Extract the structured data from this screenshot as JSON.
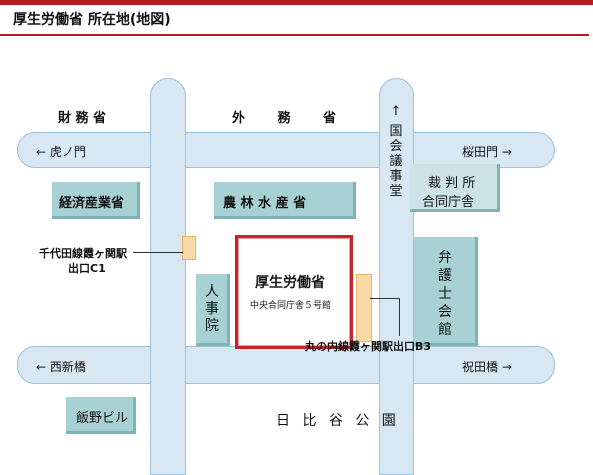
{
  "header": {
    "title": "厚生労働省 所在地(地図)"
  },
  "map": {
    "labels": {
      "zaimusho": "財 務 省",
      "gaimusho": "外 務 省",
      "kokkai": "国会議事堂",
      "kokkai_arrow": "↑",
      "toranomon": "← 虎ノ門",
      "sakuradamon": "桜田門 →",
      "nishishinbashi": "← 西新橋",
      "iwaidabashi": "祝田橋 →",
      "hibiya_park": "日 比 谷 公 園"
    },
    "buildings": {
      "keizai": "経済産業省",
      "norin": "農 林 水 産 省",
      "saibansho_line1": "裁 判 所",
      "saibansho_line2": "合同庁舎",
      "bengoshi": "弁護士会館",
      "jinjiin": "人事院",
      "iino": "飯野ビル",
      "mhlw_name": "厚生労働省",
      "mhlw_sub": "中央合同庁舎５号館"
    },
    "stations": {
      "chiyoda_line1": "千代田線霞ヶ関駅",
      "chiyoda_line2": "出口C1",
      "marunouchi": "丸の内線霞ヶ関駅出口B3"
    },
    "colors": {
      "accent": "#b51c1c",
      "road": "#d8e8f3",
      "building": "#a8d1d3",
      "entrance": "#fad9a8",
      "target_border": "#c1272d"
    }
  }
}
